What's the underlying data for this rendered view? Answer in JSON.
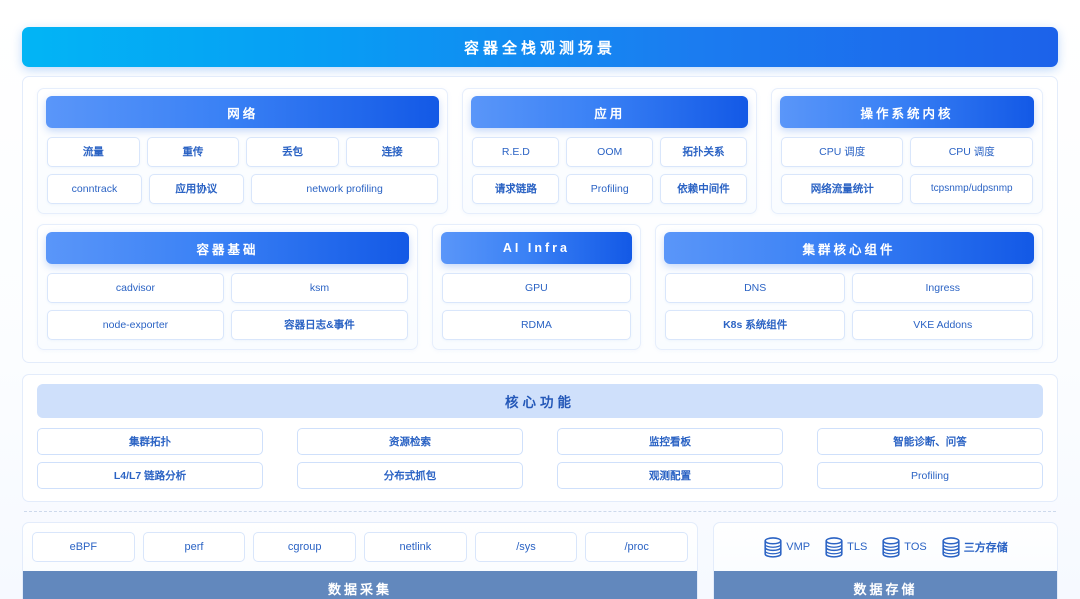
{
  "title": "容器全栈观测场景",
  "scene": {
    "rows": [
      {
        "panels": [
          {
            "name": "network",
            "header": "网络",
            "flex": 420,
            "rows": [
              [
                {
                  "label": "流量",
                  "cn": true
                },
                {
                  "label": "重传",
                  "cn": true
                },
                {
                  "label": "丢包",
                  "cn": true
                },
                {
                  "label": "连接",
                  "cn": true
                }
              ],
              [
                {
                  "label": "conntrack",
                  "cn": false,
                  "flex": 1
                },
                {
                  "label": "应用协议",
                  "cn": true,
                  "flex": 1
                },
                {
                  "label": "network profiling",
                  "cn": false,
                  "flex": 2
                }
              ]
            ]
          },
          {
            "name": "application",
            "header": "应用",
            "flex": 300,
            "rows": [
              [
                {
                  "label": "R.E.D",
                  "cn": false
                },
                {
                  "label": "OOM",
                  "cn": false
                },
                {
                  "label": "拓扑关系",
                  "cn": true
                }
              ],
              [
                {
                  "label": "请求链路",
                  "cn": true
                },
                {
                  "label": "Profiling",
                  "cn": false
                },
                {
                  "label": "依赖中间件",
                  "cn": true
                }
              ]
            ]
          },
          {
            "name": "os-kernel",
            "header": "操作系统内核",
            "flex": 277,
            "rows": [
              [
                {
                  "label": "CPU 调度",
                  "cn": false
                },
                {
                  "label": "CPU 调度",
                  "cn": false
                }
              ],
              [
                {
                  "label": "网络流量统计",
                  "cn": true
                },
                {
                  "label": "tcpsnmp\n/udpsnmp",
                  "cn": false,
                  "twoLine": true
                }
              ]
            ]
          }
        ]
      },
      {
        "panels": [
          {
            "name": "container-base",
            "header": "容器基础",
            "flex": 368,
            "rows": [
              [
                {
                  "label": "cadvisor",
                  "cn": false
                },
                {
                  "label": "ksm",
                  "cn": false
                }
              ],
              [
                {
                  "label": "node-exporter",
                  "cn": false
                },
                {
                  "label": "容器日志&事件",
                  "cn": true
                }
              ]
            ]
          },
          {
            "name": "ai-infra",
            "header": "AI  Infra",
            "flex": 201,
            "rows": [
              [
                {
                  "label": "GPU",
                  "cn": false
                }
              ],
              [
                {
                  "label": "RDMA",
                  "cn": false
                }
              ]
            ]
          },
          {
            "name": "cluster-core",
            "header": "集群核心组件",
            "flex": 375,
            "rows": [
              [
                {
                  "label": "DNS",
                  "cn": false
                },
                {
                  "label": "Ingress",
                  "cn": false
                }
              ],
              [
                {
                  "label": "K8s 系统组件",
                  "cn": true
                },
                {
                  "label": "VKE Addons",
                  "cn": false
                }
              ]
            ]
          }
        ]
      }
    ]
  },
  "core": {
    "header": "核心功能",
    "rows": [
      [
        {
          "label": "集群拓扑",
          "cn": true
        },
        {
          "label": "资源检索",
          "cn": true
        },
        {
          "label": "监控看板",
          "cn": true
        },
        {
          "label": "智能诊断、问答",
          "cn": true
        }
      ],
      [
        {
          "label": "L4/L7 链路分析",
          "cn": true
        },
        {
          "label": "分布式抓包",
          "cn": true
        },
        {
          "label": "观测配置",
          "cn": true
        },
        {
          "label": "Profiling",
          "cn": false
        }
      ]
    ]
  },
  "collect": {
    "footer": "数据采集",
    "sources": [
      "eBPF",
      "perf",
      "cgroup",
      "netlink",
      "/sys",
      "/proc"
    ]
  },
  "storage": {
    "footer": "数据存储",
    "icon": "database-icon",
    "items": [
      {
        "label": "VMP",
        "cn": false
      },
      {
        "label": "TLS",
        "cn": false
      },
      {
        "label": "TOS",
        "cn": false
      },
      {
        "label": "三方存储",
        "cn": true
      }
    ]
  },
  "colors": {
    "title_gradient_start": "#02B5F5",
    "title_gradient_end": "#1C62EA",
    "panel_header_start": "#5A96F9",
    "panel_header_end": "#1359E6",
    "core_header_bg": "#CFE0FB",
    "footer_bar_bg": "#6288BD",
    "chip_text": "#2B63C4",
    "chip_border": "#D9E6FB"
  }
}
